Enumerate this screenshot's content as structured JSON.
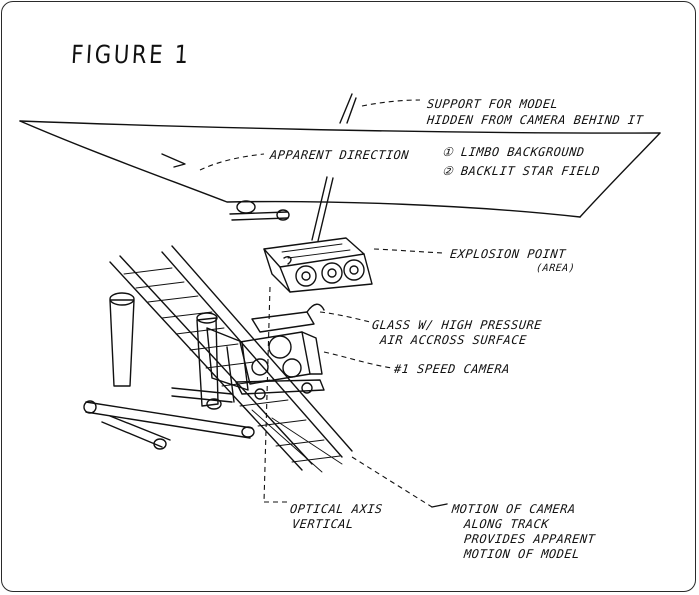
{
  "figure": {
    "title": "FIGURE 1",
    "labels": {
      "support_line1": "SUPPORT FOR MODEL",
      "support_line2": "HIDDEN FROM CAMERA BEHIND IT",
      "apparent_direction": "APPARENT DIRECTION",
      "background_1": "① LIMBO BACKGROUND",
      "background_2": "② BACKLIT STAR FIELD",
      "explosion_point": "EXPLOSION POINT",
      "explosion_area": "(AREA)",
      "glass_line1": "GLASS W/ HIGH PRESSURE",
      "glass_line2": "AIR ACCROSS SURFACE",
      "camera": "#1 SPEED CAMERA",
      "optical_axis_line1": "OPTICAL AXIS",
      "optical_axis_line2": "VERTICAL",
      "motion_line1": "MOTION OF CAMERA",
      "motion_line2": "ALONG TRACK",
      "motion_line3": "PROVIDES APPARENT",
      "motion_line4": "MOTION OF MODEL"
    }
  }
}
